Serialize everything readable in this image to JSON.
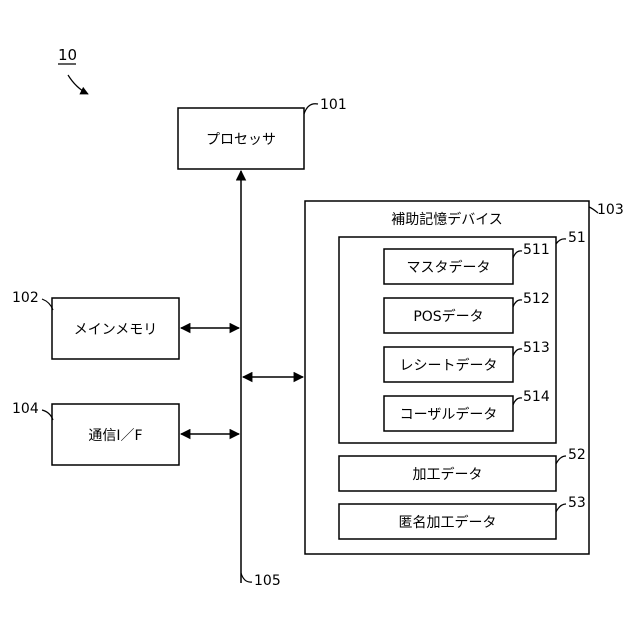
{
  "figure": {
    "ref": "10"
  },
  "processor": {
    "label": "プロセッサ",
    "ref": "101"
  },
  "main_memory": {
    "label": "メインメモリ",
    "ref": "102"
  },
  "aux_storage": {
    "label": "補助記憶デバイス",
    "ref": "103"
  },
  "comm_if": {
    "label": "通信I／F",
    "ref": "104"
  },
  "bus": {
    "ref": "105"
  },
  "group_51": {
    "ref": "51",
    "items": [
      {
        "label": "マスタデータ",
        "ref": "511"
      },
      {
        "label": "POSデータ",
        "ref": "512"
      },
      {
        "label": "レシートデータ",
        "ref": "513"
      },
      {
        "label": "コーザルデータ",
        "ref": "514"
      }
    ]
  },
  "processed_data": {
    "label": "加工データ",
    "ref": "52"
  },
  "anonymized_data": {
    "label": "匿名加工データ",
    "ref": "53"
  }
}
